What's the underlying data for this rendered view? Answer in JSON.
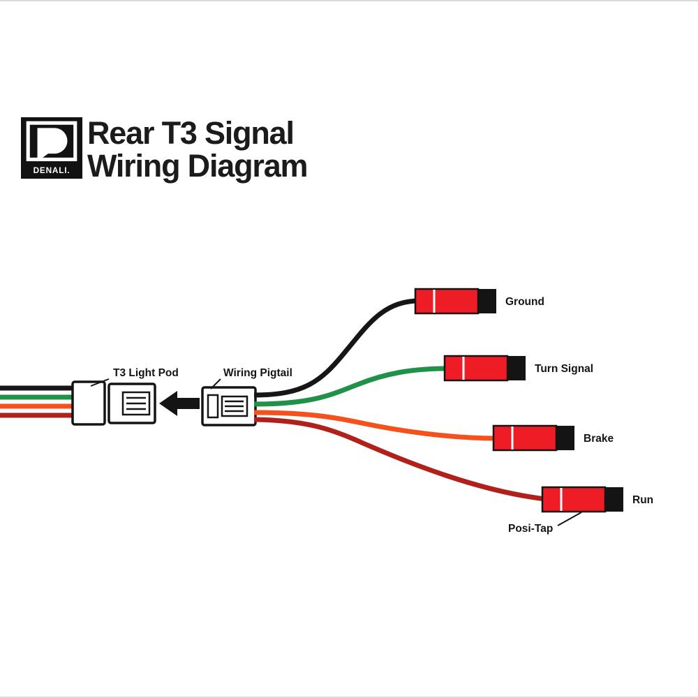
{
  "header": {
    "logo_text": "DENALI.",
    "title_line1": "Rear T3 Signal",
    "title_line2": "Wiring Diagram"
  },
  "diagram": {
    "labels": {
      "t3_light_pod": "T3 Light Pod",
      "wiring_pigtail": "Wiring Pigtail",
      "posi_tap": "Posi-Tap"
    },
    "connectors": [
      {
        "label": "Ground",
        "wire_color": "#161616"
      },
      {
        "label": "Turn Signal",
        "wire_color": "#1f9148"
      },
      {
        "label": "Brake",
        "wire_color": "#f4511e"
      },
      {
        "label": "Run",
        "wire_color": "#b1201a"
      }
    ],
    "colors": {
      "posi_tap_red": "#ee1c25",
      "posi_tap_cap": "#141414",
      "connector_outline": "#141414"
    }
  }
}
